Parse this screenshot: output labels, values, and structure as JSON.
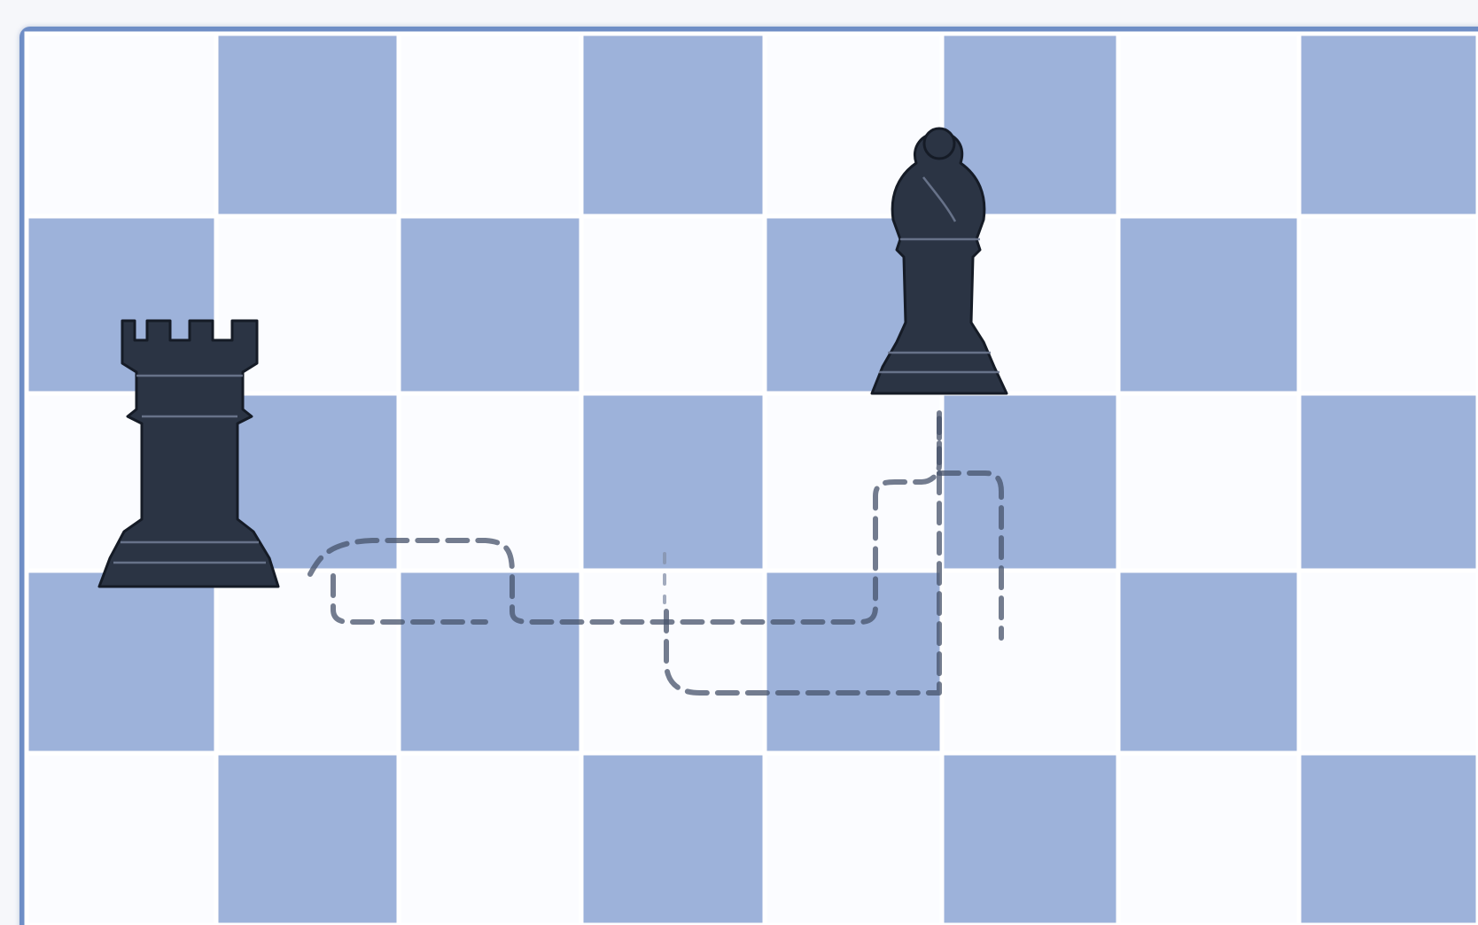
{
  "board": {
    "light_color": "#fbfcff",
    "dark_color": "#9db2da",
    "border_color": "#6f8ec6"
  },
  "pieces": [
    {
      "type": "rook",
      "color": "black"
    },
    {
      "type": "bishop",
      "color": "black"
    }
  ],
  "paths": [
    {
      "style": "dashed",
      "color": "#45526a"
    }
  ]
}
